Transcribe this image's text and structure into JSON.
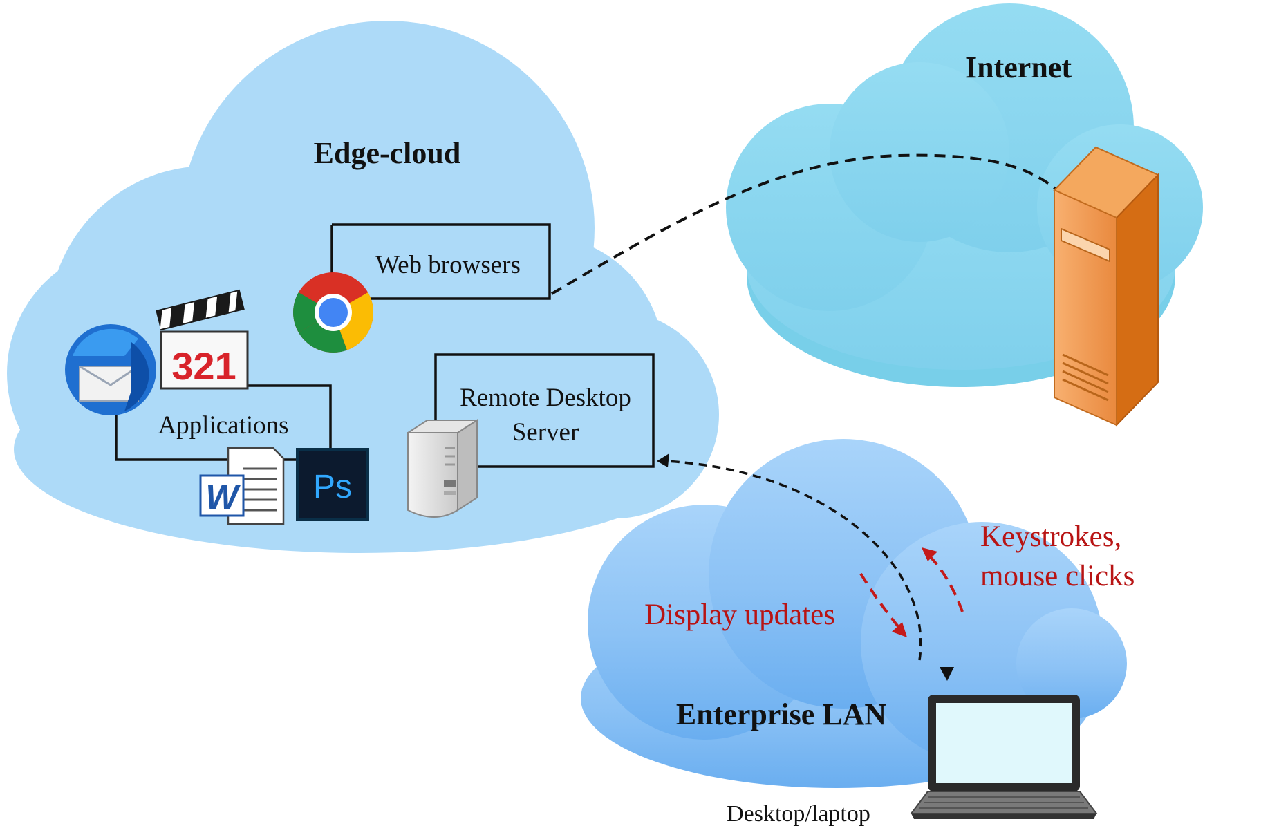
{
  "clouds": {
    "edge_cloud": {
      "title": "Edge-cloud"
    },
    "internet": {
      "title": "Internet"
    },
    "enterprise_lan": {
      "title": "Enterprise LAN"
    }
  },
  "boxes": {
    "web_browsers": {
      "label": "Web browsers"
    },
    "applications": {
      "label": "Applications"
    },
    "remote_desktop_server": {
      "line1": "Remote Desktop",
      "line2": "Server"
    }
  },
  "flows": {
    "display_updates": "Display updates",
    "keystrokes_line1": "Keystrokes,",
    "keystrokes_line2": "mouse clicks"
  },
  "client": {
    "label": "Desktop/laptop"
  },
  "icons": {
    "media_player": {
      "name": "media-player-icon",
      "text": "321"
    },
    "photoshop": {
      "name": "photoshop-icon",
      "text": "Ps"
    },
    "word": {
      "name": "word-document-icon",
      "text": "W"
    },
    "chrome": {
      "name": "chrome-icon"
    },
    "thunderbird": {
      "name": "thunderbird-icon"
    },
    "server": {
      "name": "server-tower-icon"
    },
    "internet_server": {
      "name": "internet-server-icon"
    },
    "laptop": {
      "name": "laptop-icon"
    }
  },
  "colors": {
    "edge_cloud": "#addaf8",
    "internet_cloud": "#8ed9f0",
    "lan_cloud": "#8cc4f5",
    "flow_text": "#b81414",
    "link_line": "#111111"
  }
}
